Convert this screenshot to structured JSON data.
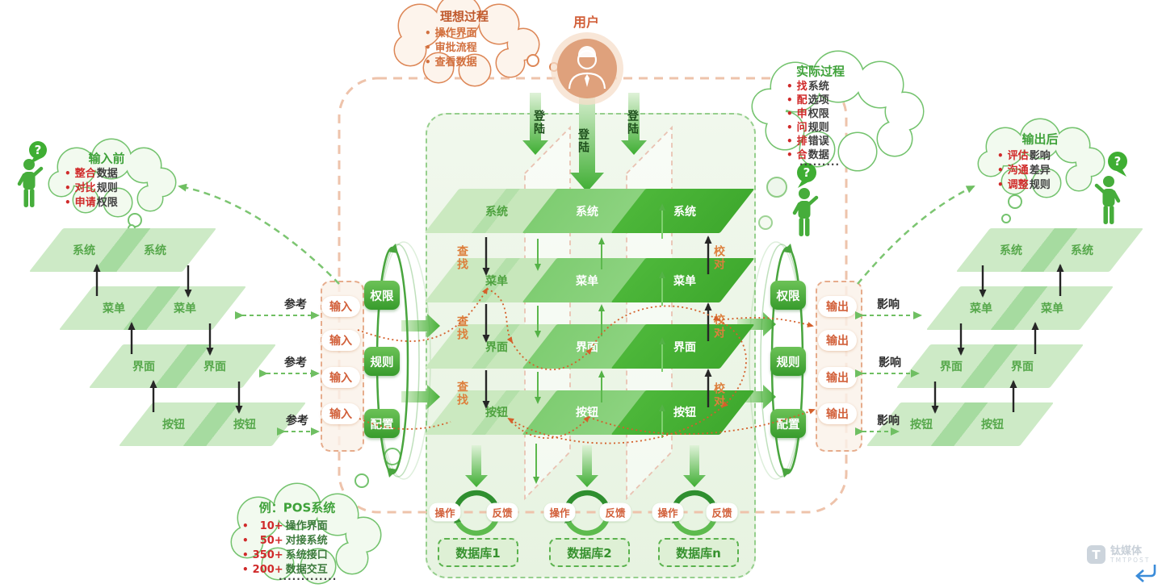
{
  "palette": {
    "green_dark": "#44b231",
    "green_mid": "#7fcd72",
    "green_light": "#c7e8bc",
    "green_stack": "#cdeac6",
    "green_stroke": "#74c36e",
    "orange_accent": "#dd8757",
    "orange_text": "#d2603a",
    "red_accent": "#d02a2a",
    "panel_bg": "#eef6e9",
    "watermark_gray": "#ccd4dc",
    "watermark_blue": "#3b8cd9"
  },
  "icons": {
    "question_mark": "?"
  },
  "user": {
    "label": "用户"
  },
  "center": {
    "login_label": "登陆",
    "search_label": "查找",
    "check_label": "校对",
    "rows": [
      [
        "系统",
        "系统",
        "系统"
      ],
      [
        "菜单",
        "菜单",
        "菜单"
      ],
      [
        "界面",
        "界面",
        "界面"
      ],
      [
        "按钮",
        "按钮",
        "按钮"
      ]
    ],
    "cycles": [
      {
        "left": "操作",
        "right": "反馈",
        "db": "数据库1"
      },
      {
        "left": "操作",
        "right": "反馈",
        "db": "数据库2"
      },
      {
        "left": "操作",
        "right": "反馈",
        "db": "数据库n"
      }
    ]
  },
  "io": {
    "input_label": "输入",
    "output_label": "输出",
    "keys": [
      "权限",
      "规则",
      "配置"
    ],
    "ref_label": "参考",
    "impact_label": "影响"
  },
  "left_stack": {
    "rows": [
      [
        "系统",
        "系统"
      ],
      [
        "菜单",
        "菜单"
      ],
      [
        "界面",
        "界面"
      ],
      [
        "按钮",
        "按钮"
      ]
    ]
  },
  "right_stack": {
    "rows": [
      [
        "系统",
        "系统"
      ],
      [
        "菜单",
        "菜单"
      ],
      [
        "界面",
        "界面"
      ],
      [
        "按钮",
        "按钮"
      ]
    ]
  },
  "clouds": {
    "ideal": {
      "title": "理想过程",
      "items": [
        "操作界面",
        "审批流程",
        "查看数据"
      ]
    },
    "actual": {
      "title": "实际过程",
      "items": [
        {
          "em": "找",
          "rest": "系统"
        },
        {
          "em": "配",
          "rest": "选项"
        },
        {
          "em": "申",
          "rest": "权限"
        },
        {
          "em": "问",
          "rest": "规则"
        },
        {
          "em": "排",
          "rest": "错误"
        },
        {
          "em": "合",
          "rest": "数据"
        }
      ],
      "ellipsis": "........."
    },
    "before_input": {
      "title": "输入前",
      "items": [
        {
          "em": "整合",
          "rest": "数据"
        },
        {
          "em": "对比",
          "rest": "规则"
        },
        {
          "em": "申请",
          "rest": "权限"
        }
      ]
    },
    "after_output": {
      "title": "输出后",
      "items": [
        {
          "em": "评估",
          "rest": "影响"
        },
        {
          "em": "沟通",
          "rest": "差异"
        },
        {
          "em": "调整",
          "rest": "规则"
        }
      ]
    },
    "example": {
      "title": "例：POS系统",
      "items": [
        {
          "em": "10+",
          "rest": "操作界面"
        },
        {
          "em": "50+",
          "rest": "对接系统"
        },
        {
          "em": "350+",
          "rest": "系统接口"
        },
        {
          "em": "200+",
          "rest": "数据交互"
        }
      ],
      "ellipsis": "............."
    }
  },
  "watermark": {
    "logo_letter": "T",
    "name": "钛媒体",
    "sub": "TMTPOST"
  }
}
